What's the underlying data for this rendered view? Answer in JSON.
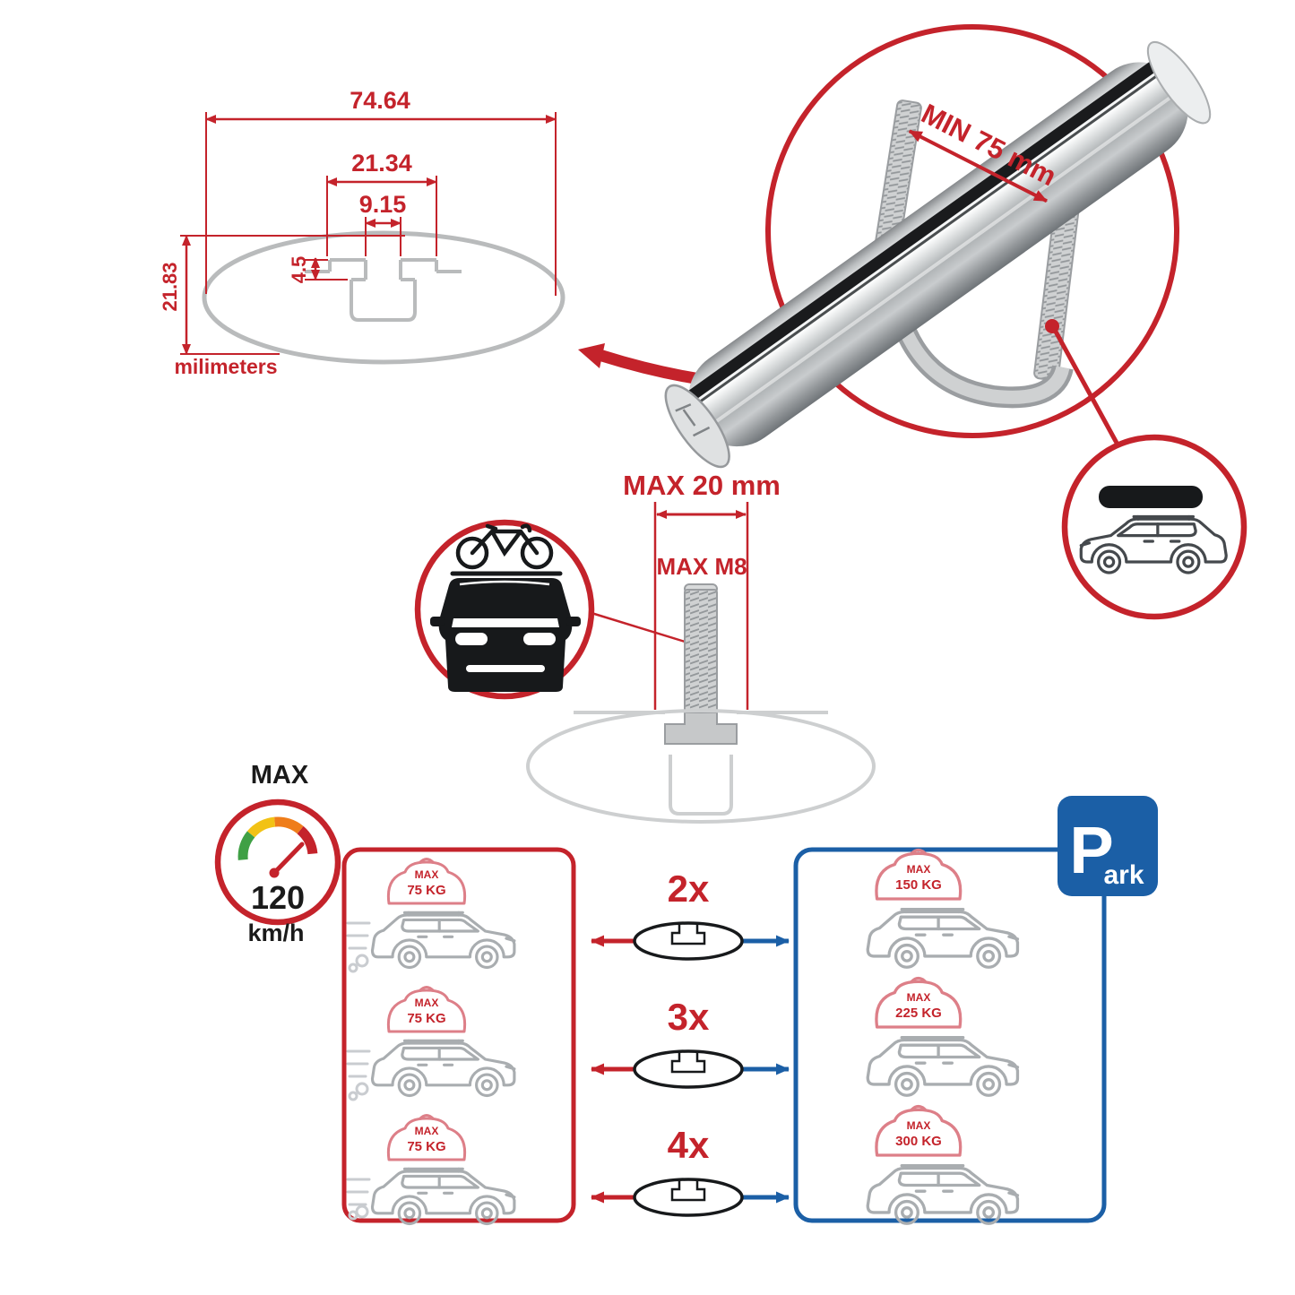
{
  "colors": {
    "red": "#c4232b",
    "blue": "#1b5fa6",
    "gray": "#b9bbbc",
    "dark": "#17191b",
    "bag": "#dd7f88"
  },
  "profile_dims": {
    "total_width": "74.64",
    "boss_width": "21.34",
    "slot_width": "9.15",
    "boss_height": "4.5",
    "total_height": "21.83",
    "units": "milimeters"
  },
  "clamp": {
    "min_label": "MIN 75 mm"
  },
  "bolt": {
    "max_length": "MAX 20 mm",
    "max_thread": "MAX M8"
  },
  "speedometer": {
    "label": "MAX",
    "value": "120",
    "unit": "km/h"
  },
  "rows": [
    {
      "multiplier": "2x",
      "driving": {
        "max": "MAX",
        "kg": "75 KG"
      },
      "parked": {
        "max": "MAX",
        "kg": "150 KG"
      }
    },
    {
      "multiplier": "3x",
      "driving": {
        "max": "MAX",
        "kg": "75 KG"
      },
      "parked": {
        "max": "MAX",
        "kg": "225 KG"
      }
    },
    {
      "multiplier": "4x",
      "driving": {
        "max": "MAX",
        "kg": "75 KG"
      },
      "parked": {
        "max": "MAX",
        "kg": "300 KG"
      }
    }
  ],
  "park_sign": {
    "p": "P",
    "ark": "ark"
  }
}
